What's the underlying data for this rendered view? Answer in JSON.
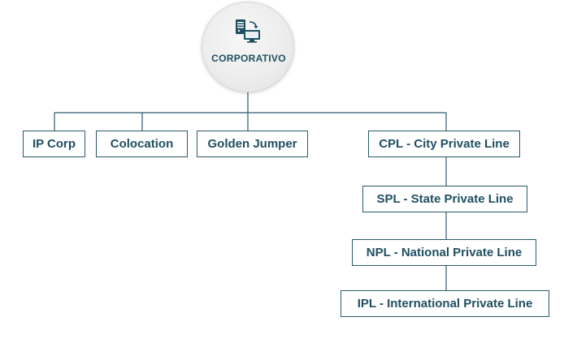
{
  "root": {
    "label": "CORPORATIVO",
    "icon": "server-monitor-sync-icon"
  },
  "branches": [
    {
      "label": "IP Corp"
    },
    {
      "label": "Colocation"
    },
    {
      "label": "Golden Jumper"
    },
    {
      "label": "CPL - City Private Line"
    }
  ],
  "sub_chain": [
    {
      "label": "SPL - State Private Line"
    },
    {
      "label": "NPL - National Private Line"
    },
    {
      "label": "IPL - International Private Line"
    }
  ],
  "colors": {
    "text": "#1f4f61",
    "border": "#2a5a6c",
    "line": "#2a5a6c"
  }
}
